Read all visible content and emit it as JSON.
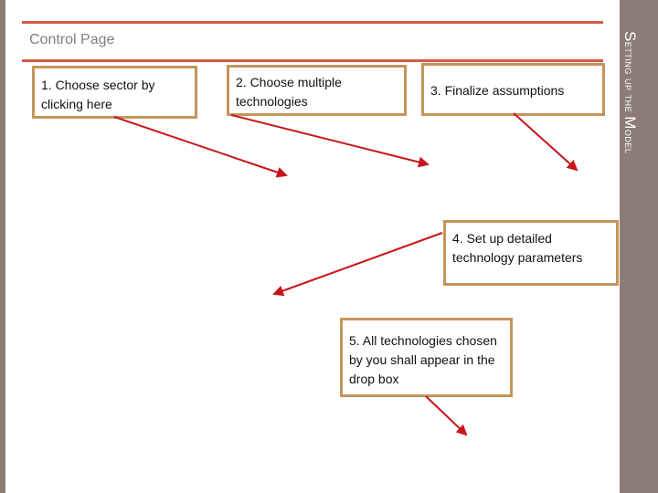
{
  "header": {
    "title": "Control Page"
  },
  "sidebar": {
    "title_first": "S",
    "title_rest": "etting up the ",
    "title_cap2": "M",
    "title_rest2": "odel"
  },
  "steps": [
    {
      "text": "1. Choose sector by clicking here"
    },
    {
      "text": "2. Choose multiple technologies"
    },
    {
      "text": "3. Finalize assumptions"
    },
    {
      "text": "4. Set up detailed technology parameters"
    },
    {
      "text": "5. All technologies chosen by you shall appear in the drop box"
    }
  ],
  "colors": {
    "accent_rule": "#d65a43",
    "box_border": "#c4955a",
    "arrow": "#c8151b",
    "sidebar": "#8b7d75"
  }
}
